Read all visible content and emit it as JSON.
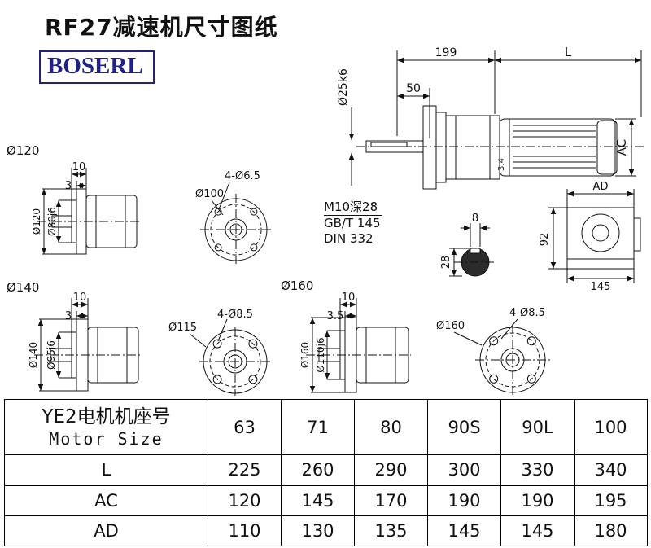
{
  "title": "RF27减速机尺寸图纸",
  "logo": "BOSERL",
  "main_view": {
    "dim_199": "199",
    "dim_l": "L",
    "dim_50": "50",
    "shaft_dia": "Ø25k6",
    "dim_ac": "AC",
    "dim_34": "3.4",
    "tap_note_line1": "M10深28",
    "tap_note_line2": "GB/T 145",
    "tap_note_line3": "DIN 332"
  },
  "flange120_view": {
    "label": "Ø120",
    "dim_10": "10",
    "dim_3": "3",
    "flange_dia": "Ø120",
    "spigot_dia": "Ø80j6"
  },
  "bolt100_view": {
    "holes": "4-Ø6.5",
    "bolt_circle": "Ø100"
  },
  "shaft_section_view": {
    "dim_8": "8",
    "dim_28": "28"
  },
  "rear_view": {
    "dim_ad": "AD",
    "dim_92": "92",
    "dim_145": "145"
  },
  "flange140_view": {
    "label": "Ø140",
    "dim_10": "10",
    "dim_3": "3",
    "flange_dia": "Ø140",
    "spigot_dia": "Ø95j6"
  },
  "bolt115_view": {
    "holes": "4-Ø8.5",
    "bolt_circle": "Ø115"
  },
  "flange160_view": {
    "label": "Ø160",
    "dim_10": "10",
    "dim_35": "3.5",
    "flange_dia": "Ø160",
    "spigot_dia": "Ø110j6"
  },
  "bolt160_view": {
    "holes": "4-Ø8.5",
    "bolt_circle": "Ø160"
  },
  "table": {
    "header_cn": "YE2电机机座号",
    "header_en": "Motor Size",
    "motor_sizes": [
      "63",
      "71",
      "80",
      "90S",
      "90L",
      "100"
    ],
    "rows": [
      {
        "label": "L",
        "values": [
          "225",
          "260",
          "290",
          "300",
          "330",
          "340"
        ]
      },
      {
        "label": "AC",
        "values": [
          "120",
          "145",
          "170",
          "190",
          "190",
          "195"
        ]
      },
      {
        "label": "AD",
        "values": [
          "110",
          "130",
          "135",
          "145",
          "145",
          "180"
        ]
      }
    ]
  }
}
